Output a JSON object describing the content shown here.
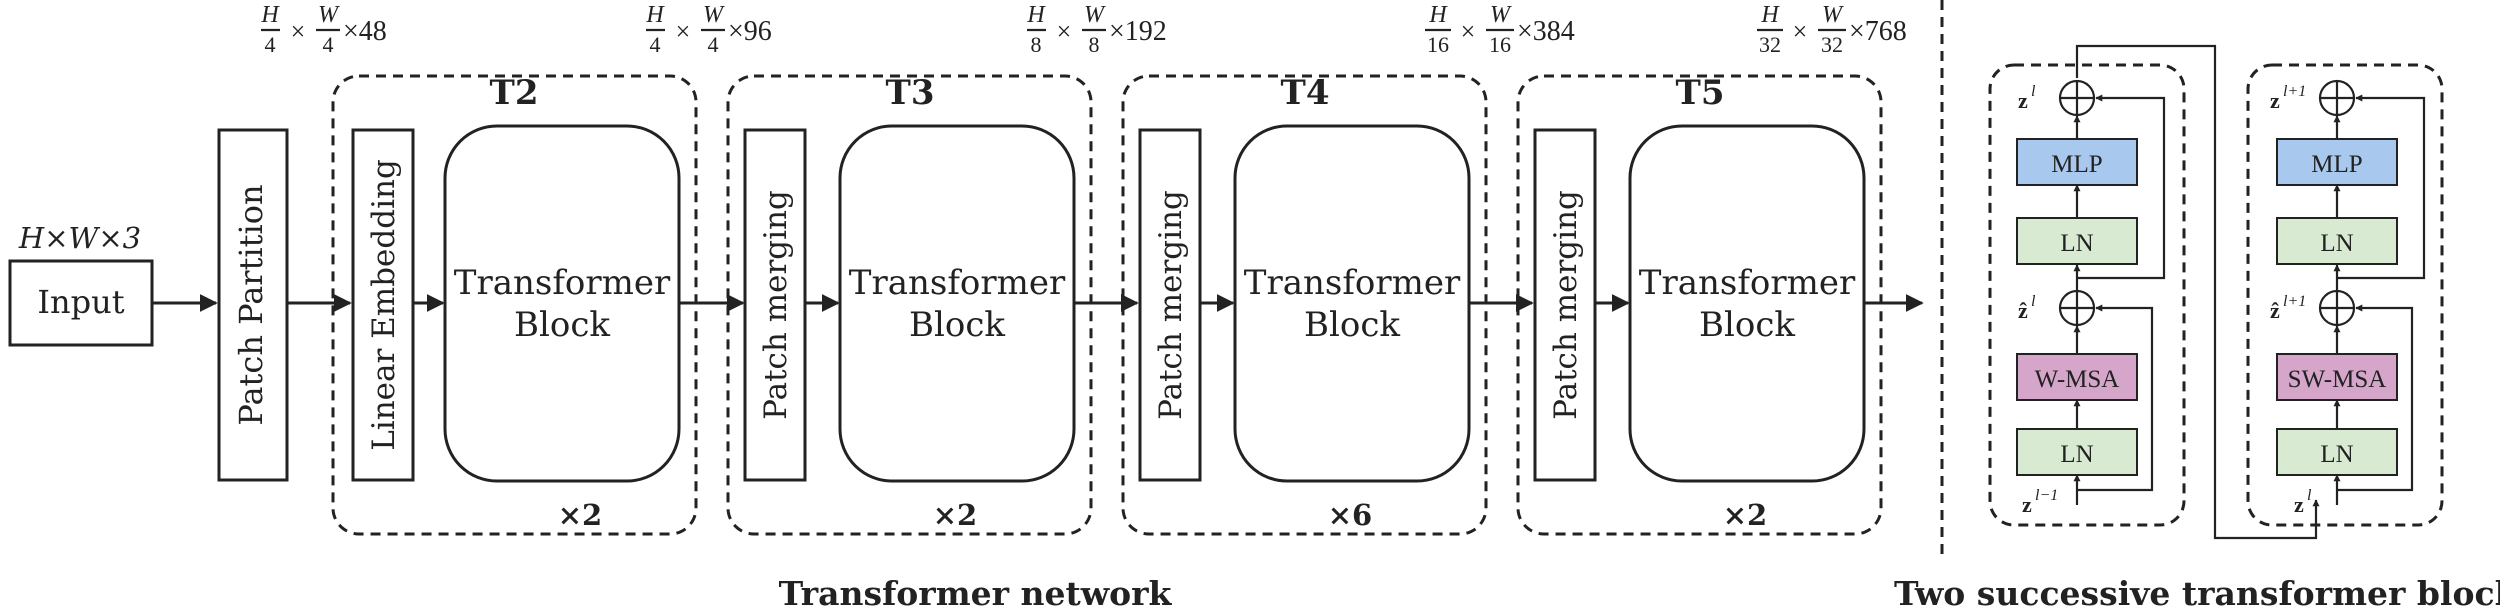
{
  "input": {
    "dims": "H×W×3",
    "label": "Input"
  },
  "patch_partition": "Patch Partition",
  "linear_embedding": "Linear Embedding",
  "patch_merging": "Patch merging",
  "transformer_block": {
    "line1": "Transformer",
    "line2": "Block"
  },
  "stages": [
    {
      "name": "T2",
      "repeat": "×2",
      "h": "H",
      "hden": "4",
      "w": "W",
      "wden": "4",
      "ch": "×48"
    },
    {
      "name": "T3",
      "repeat": "×2",
      "h": "H",
      "hden": "4",
      "w": "W",
      "wden": "4",
      "ch": "×96"
    },
    {
      "name": "T4",
      "repeat": "×6",
      "h": "H",
      "hden": "8",
      "w": "W",
      "wden": "8",
      "ch": "×192"
    },
    {
      "name": "T5",
      "repeat": "×2",
      "h": "H",
      "hden": "16",
      "w": "W",
      "wden": "16",
      "ch": "×384"
    }
  ],
  "final_dims": {
    "h": "H",
    "hden": "32",
    "w": "W",
    "wden": "32",
    "ch": "×768"
  },
  "times": "×",
  "captions": {
    "left": "Transformer network",
    "right": "Two successive transformer blocks"
  },
  "blocks": [
    {
      "z_out_base": "z",
      "z_out_sup": "l",
      "z_hat_base": "ẑ",
      "z_hat_sup": "l",
      "z_in_base": "z",
      "z_in_sup": "l−1",
      "mlp": "MLP",
      "ln_top": "LN",
      "attn": "W-MSA",
      "ln_bottom": "LN"
    },
    {
      "z_out_base": "z",
      "z_out_sup": "l+1",
      "z_hat_base": "ẑ",
      "z_hat_sup": "l+1",
      "z_in_base": "z",
      "z_in_sup": "l",
      "mlp": "MLP",
      "ln_top": "LN",
      "attn": "SW-MSA",
      "ln_bottom": "LN"
    }
  ],
  "colors": {
    "mlp_fill": "#a8c8ee",
    "ln_fill": "#d9ead3",
    "attn_fill": "#d5a6c9",
    "stroke": "#222222"
  }
}
